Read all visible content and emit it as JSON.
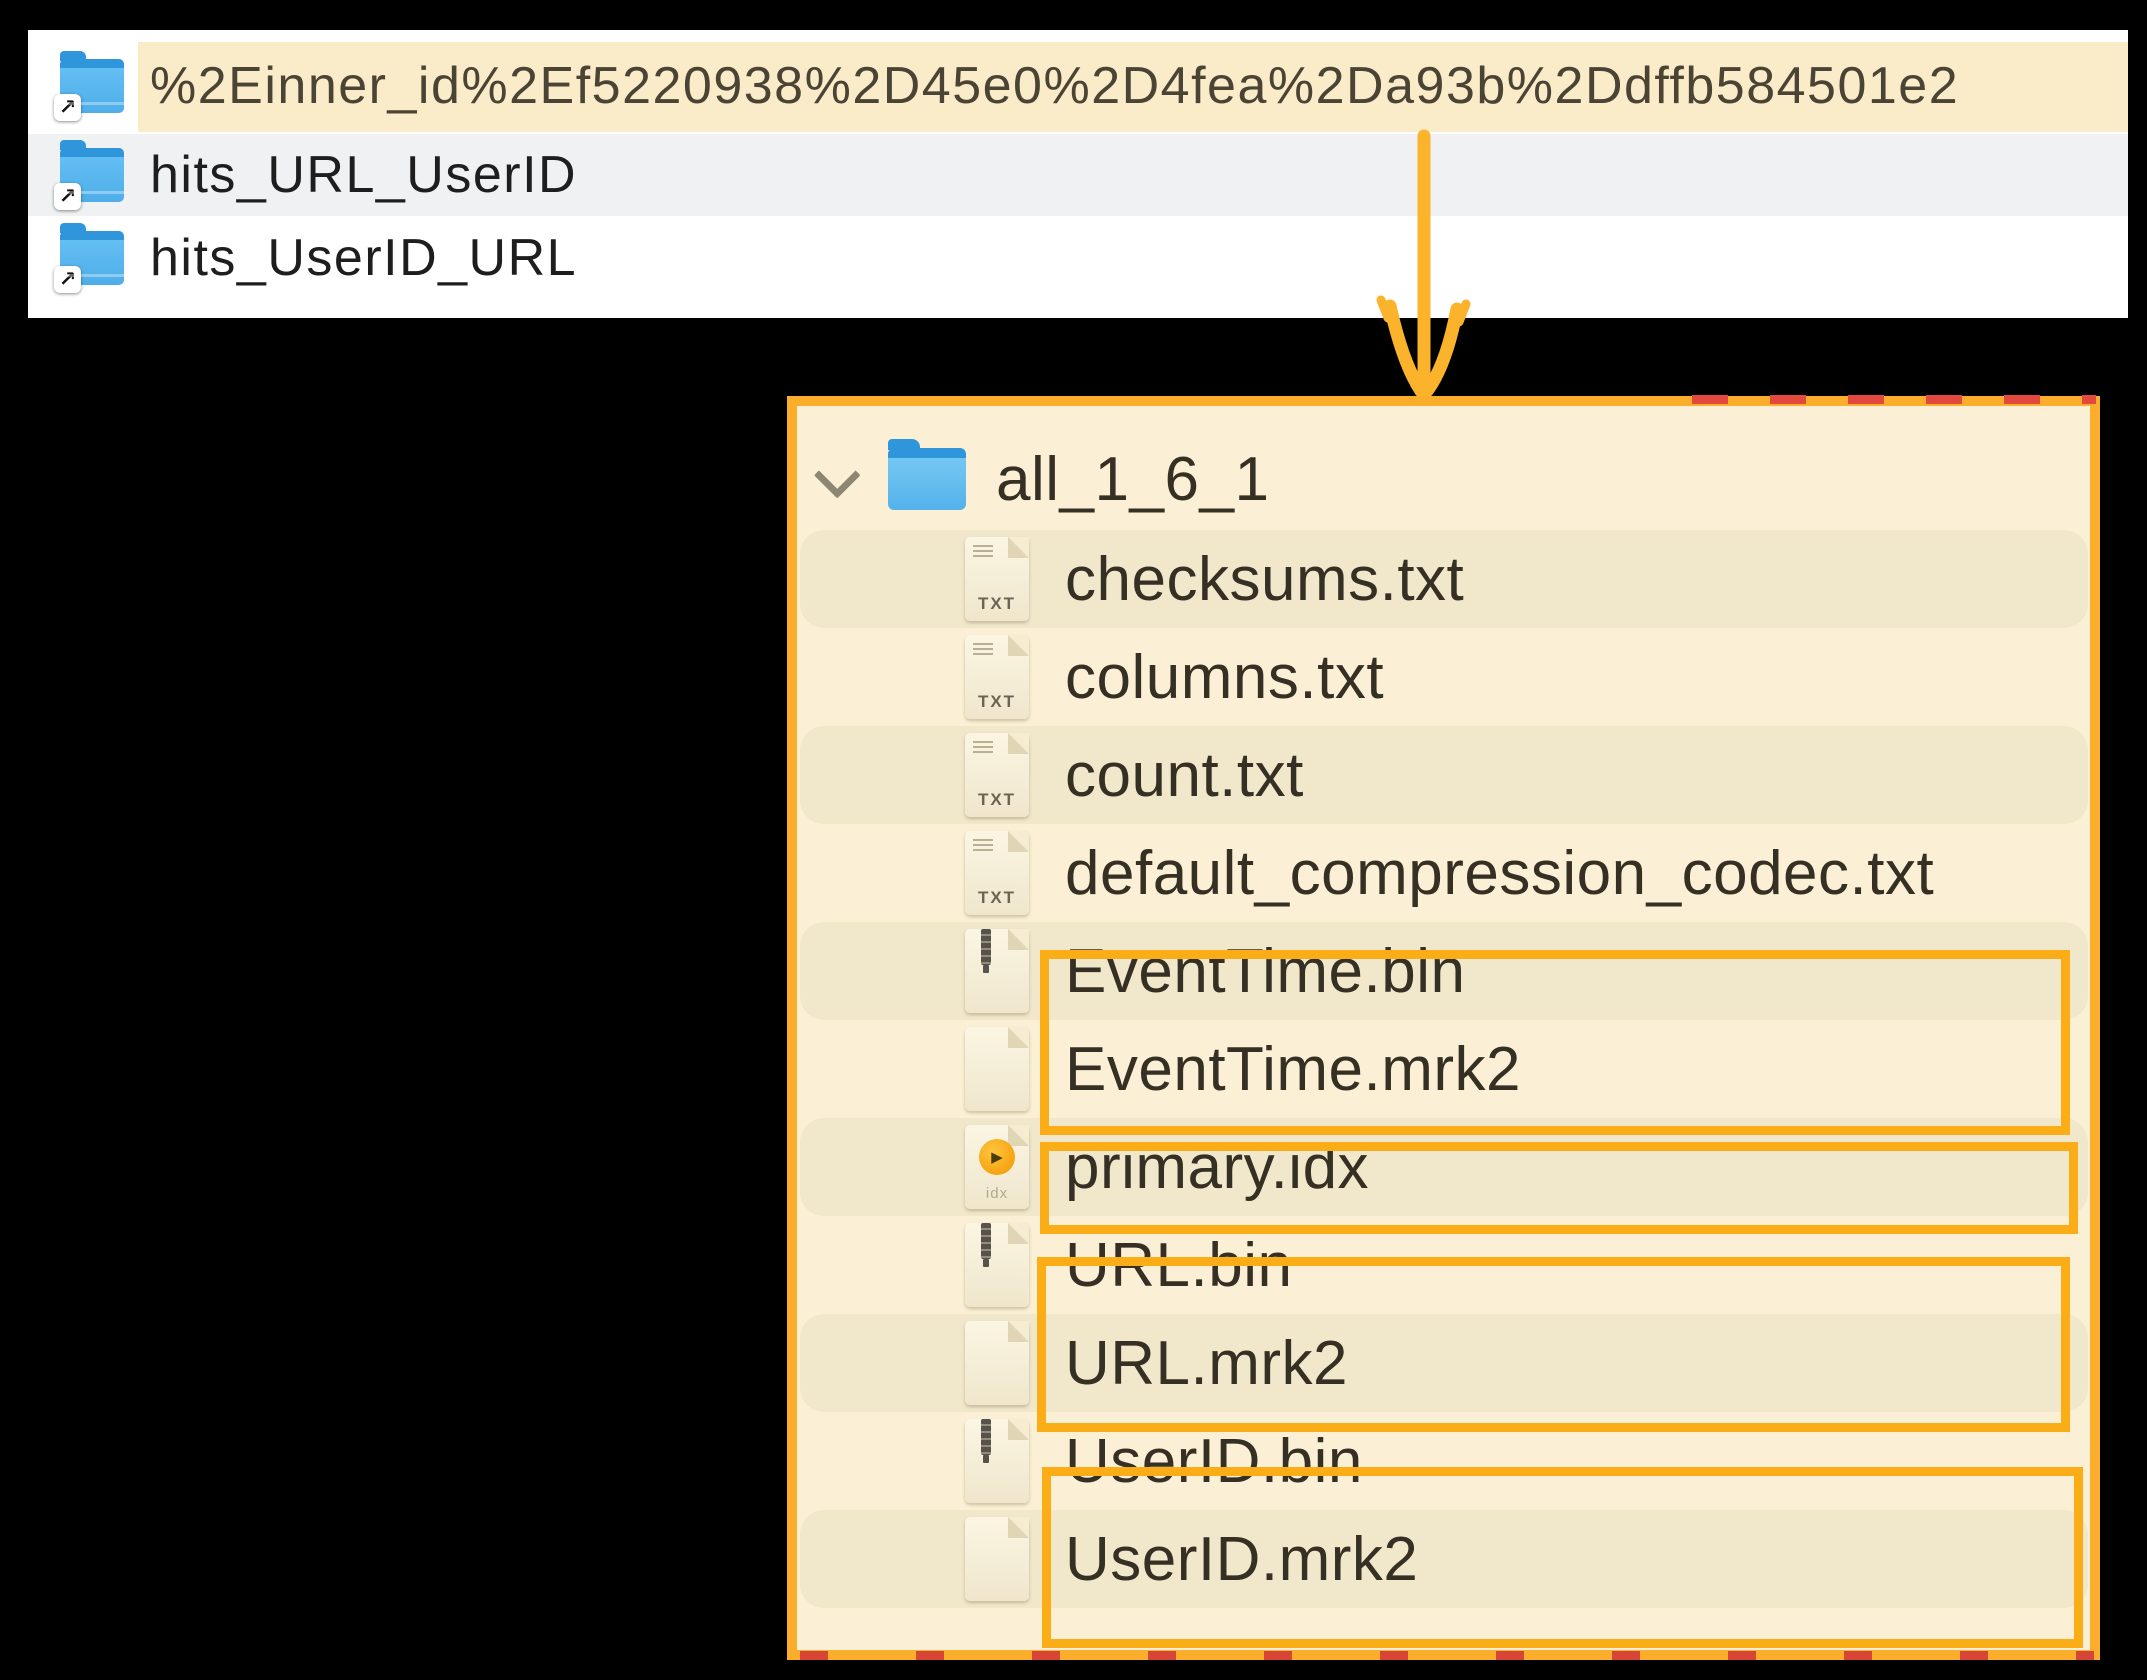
{
  "top_panel": {
    "rows": [
      {
        "name": "%2Einner_id%2Ef5220938%2D45e0%2D4fea%2Da93b%2Ddffb584501e2",
        "highlighted": true,
        "icon": "alias-folder-icon"
      },
      {
        "name": "hits_URL_UserID",
        "highlighted": false,
        "icon": "alias-folder-icon"
      },
      {
        "name": "hits_UserID_URL",
        "highlighted": false,
        "icon": "alias-folder-icon"
      }
    ],
    "alias_badge_glyph": "↗"
  },
  "tree_panel": {
    "root": {
      "label": "all_1_6_1",
      "icon": "folder-icon",
      "expanded": true
    },
    "files": [
      {
        "label": "checksums.txt",
        "icon": "txt-file-icon"
      },
      {
        "label": "columns.txt",
        "icon": "txt-file-icon"
      },
      {
        "label": "count.txt",
        "icon": "txt-file-icon"
      },
      {
        "label": "default_compression_codec.txt",
        "icon": "txt-file-icon"
      },
      {
        "label": "EventTime.bin",
        "icon": "bin-file-icon"
      },
      {
        "label": "EventTime.mrk2",
        "icon": "mrk-file-icon"
      },
      {
        "label": "primary.idx",
        "icon": "idx-file-icon"
      },
      {
        "label": "URL.bin",
        "icon": "bin-file-icon"
      },
      {
        "label": "URL.mrk2",
        "icon": "mrk-file-icon"
      },
      {
        "label": "UserID.bin",
        "icon": "bin-file-icon"
      },
      {
        "label": "UserID.mrk2",
        "icon": "mrk-file-icon"
      }
    ],
    "icon_labels": {
      "txt": "TXT",
      "idx": "idx",
      "play_glyph": "▶"
    }
  },
  "annotations": {
    "arrow": "orange down arrow from highlighted row to tree panel",
    "boxes": [
      "EventTime.bin + EventTime.mrk2",
      "primary.idx",
      "URL.bin + URL.mrk2",
      "UserID.bin + UserID.mrk2"
    ]
  },
  "colors": {
    "accent_orange": "#FAAE2B",
    "box_orange": "#FBAD18",
    "arrow_orange": "#FBB32B",
    "red_dash": "#E2483D",
    "panel_cream": "#FBF0D5",
    "band_cream": "#F1E7CB",
    "highlight_cream": "#FAEBC9",
    "row_gray": "#EFF1F2",
    "folder_blue": "#4FAEE9",
    "list_text": "#1E1E1E",
    "tree_text": "#362F23"
  }
}
